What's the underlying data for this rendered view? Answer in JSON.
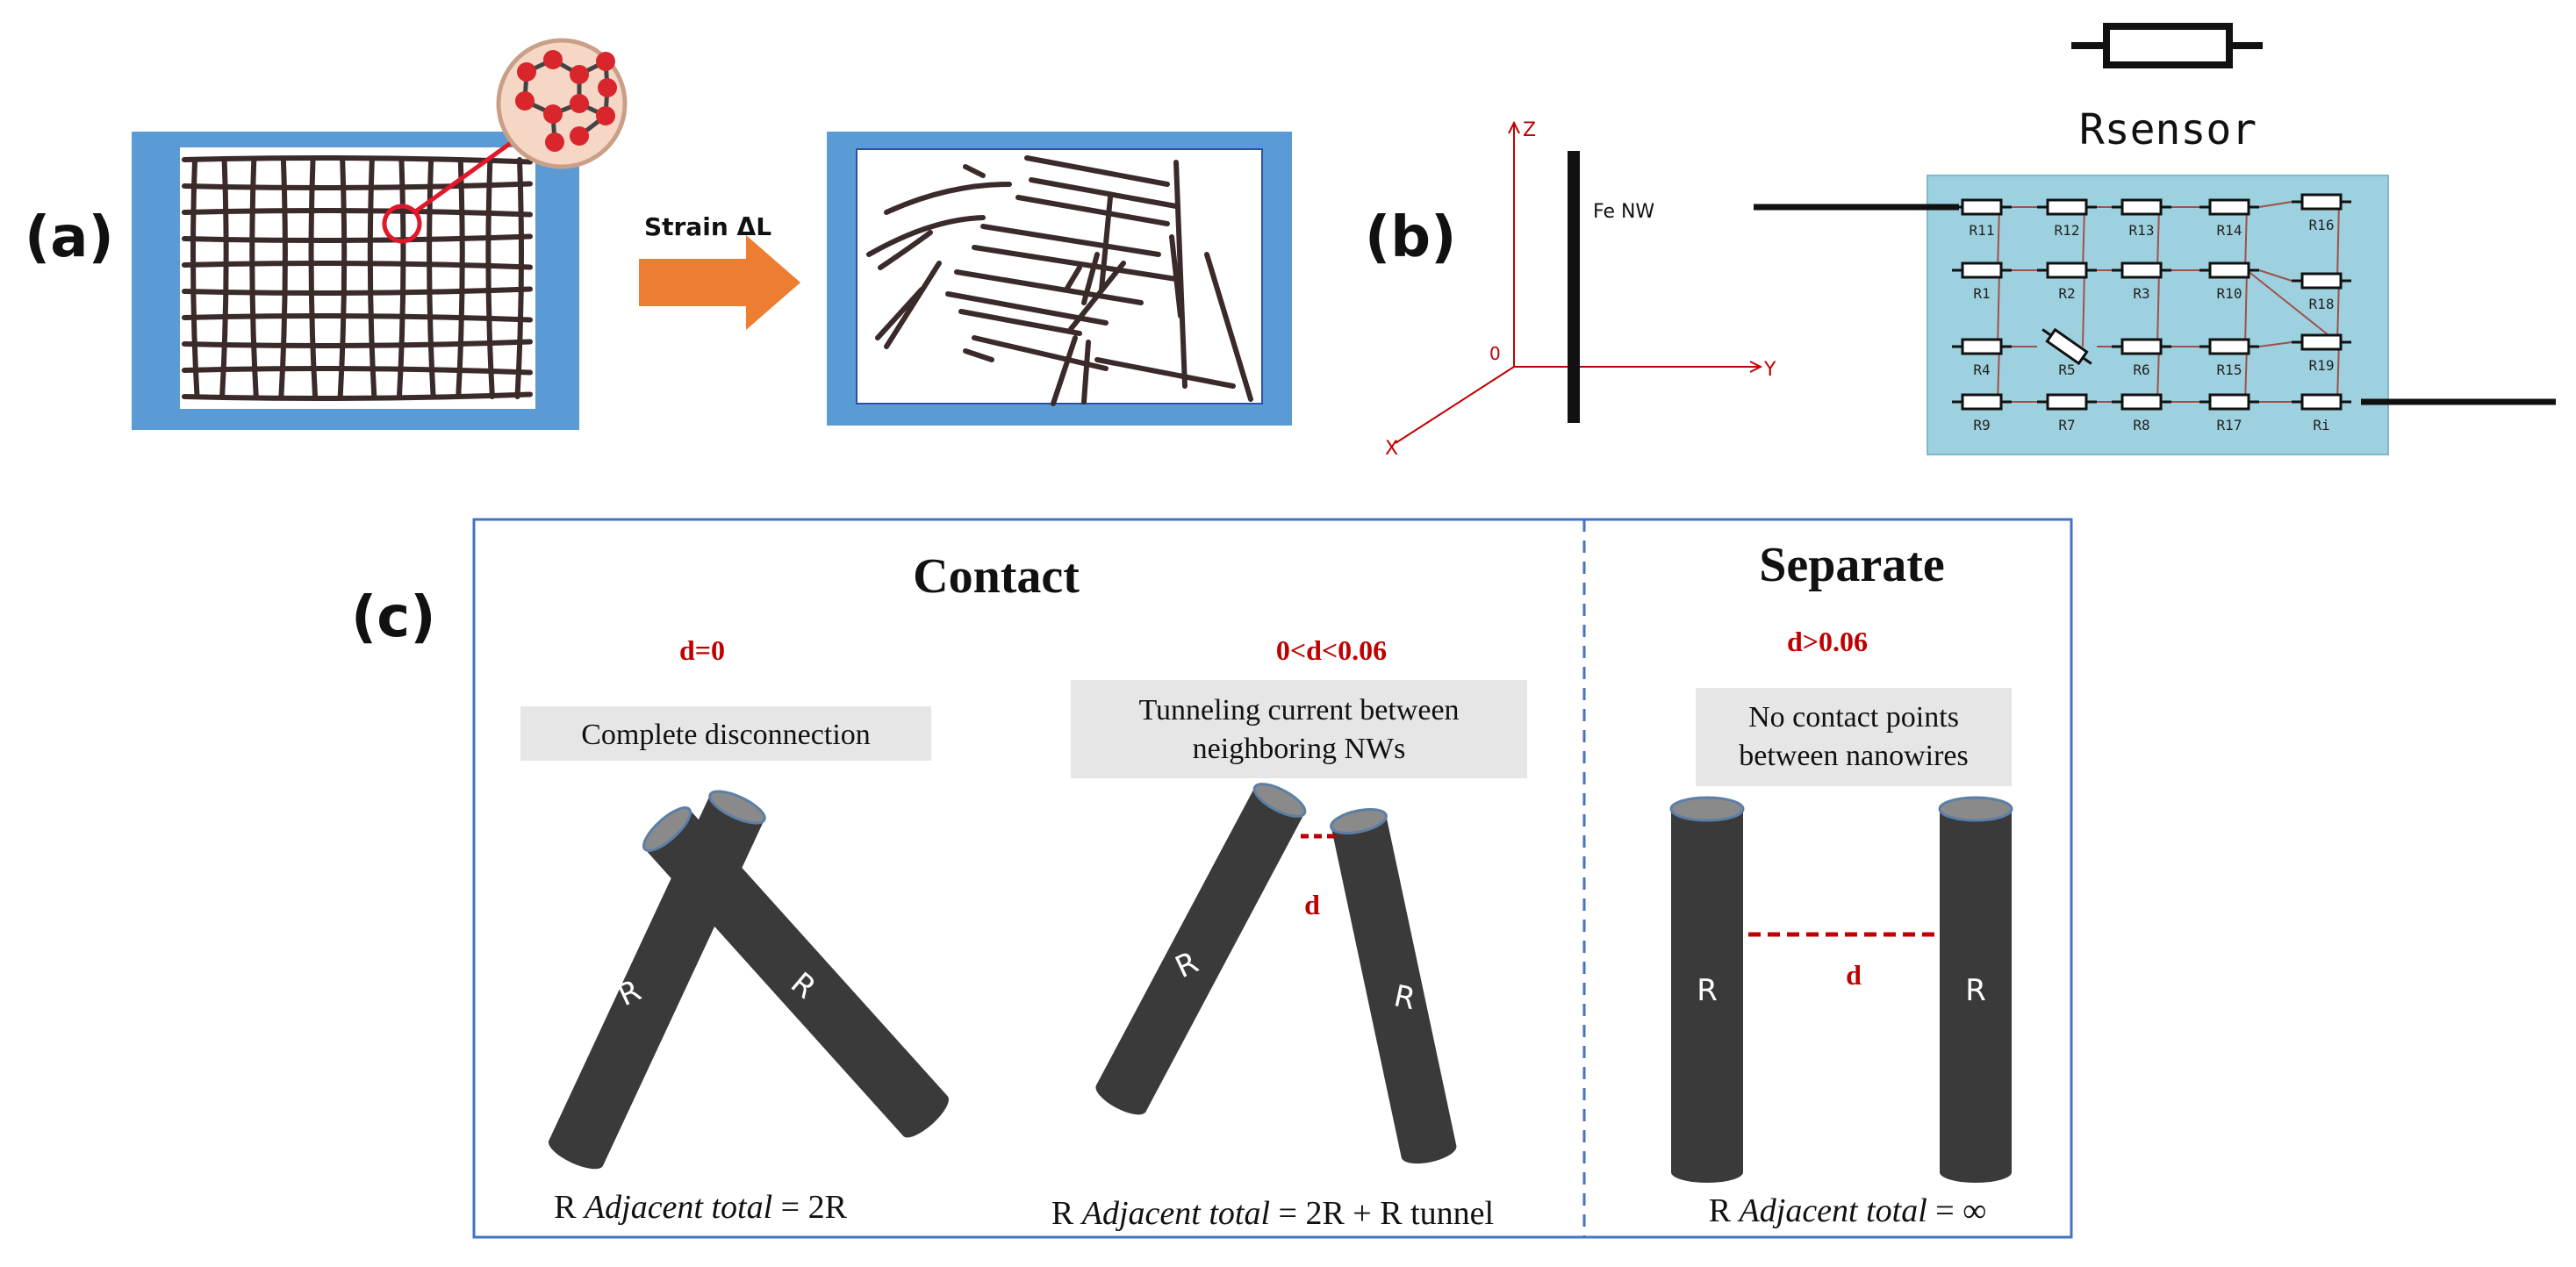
{
  "panels": {
    "a": {
      "label": "(a)",
      "arrow_label": "Strain ΔL"
    },
    "b": {
      "label": "(b)",
      "axes": {
        "z": "Z",
        "y": "Y",
        "x": "X",
        "origin": "0"
      },
      "wire_label": "Fe NW",
      "sensor_label": "Rsensor",
      "resistors": [
        "R11",
        "R12",
        "R13",
        "R14",
        "R16",
        "R1",
        "R2",
        "R3",
        "R10",
        "R18",
        "R4",
        "R5",
        "R6",
        "R15",
        "R19",
        "R9",
        "R7",
        "R8",
        "R17",
        "Ri"
      ]
    },
    "c": {
      "label": "(c)",
      "contact_title": "Contact",
      "separate_title": "Separate",
      "cases": [
        {
          "condition": "d=0",
          "note_lines": [
            "Complete disconnection"
          ],
          "wire_labels": [
            "R",
            "R"
          ],
          "formula_prefix": "R ",
          "formula_italic": "Adjacent total",
          "formula_suffix": " = 2R"
        },
        {
          "condition": "0<d<0.06",
          "note_lines": [
            "Tunneling current between",
            "neighboring NWs"
          ],
          "gap_label": "d",
          "wire_labels": [
            "R",
            "R"
          ],
          "formula_prefix": "R ",
          "formula_italic": "Adjacent total",
          "formula_suffix": " = 2R + R tunnel"
        },
        {
          "condition": "d>0.06",
          "note_lines": [
            "No contact points",
            "between nanowires"
          ],
          "gap_label": "d",
          "wire_labels": [
            "R",
            "R"
          ],
          "formula_prefix": "R ",
          "formula_italic": "Adjacent total",
          "formula_suffix": " = ∞"
        }
      ]
    }
  },
  "colors": {
    "substrate_blue": "#5b9bd5",
    "arrow_orange": "#ed7d31",
    "axis_red": "#c00000",
    "circuit_bg": "#9dd1df",
    "wire_dark": "#3a3a3a",
    "condition_red": "#c00000",
    "frame_blue": "#4472c4"
  }
}
